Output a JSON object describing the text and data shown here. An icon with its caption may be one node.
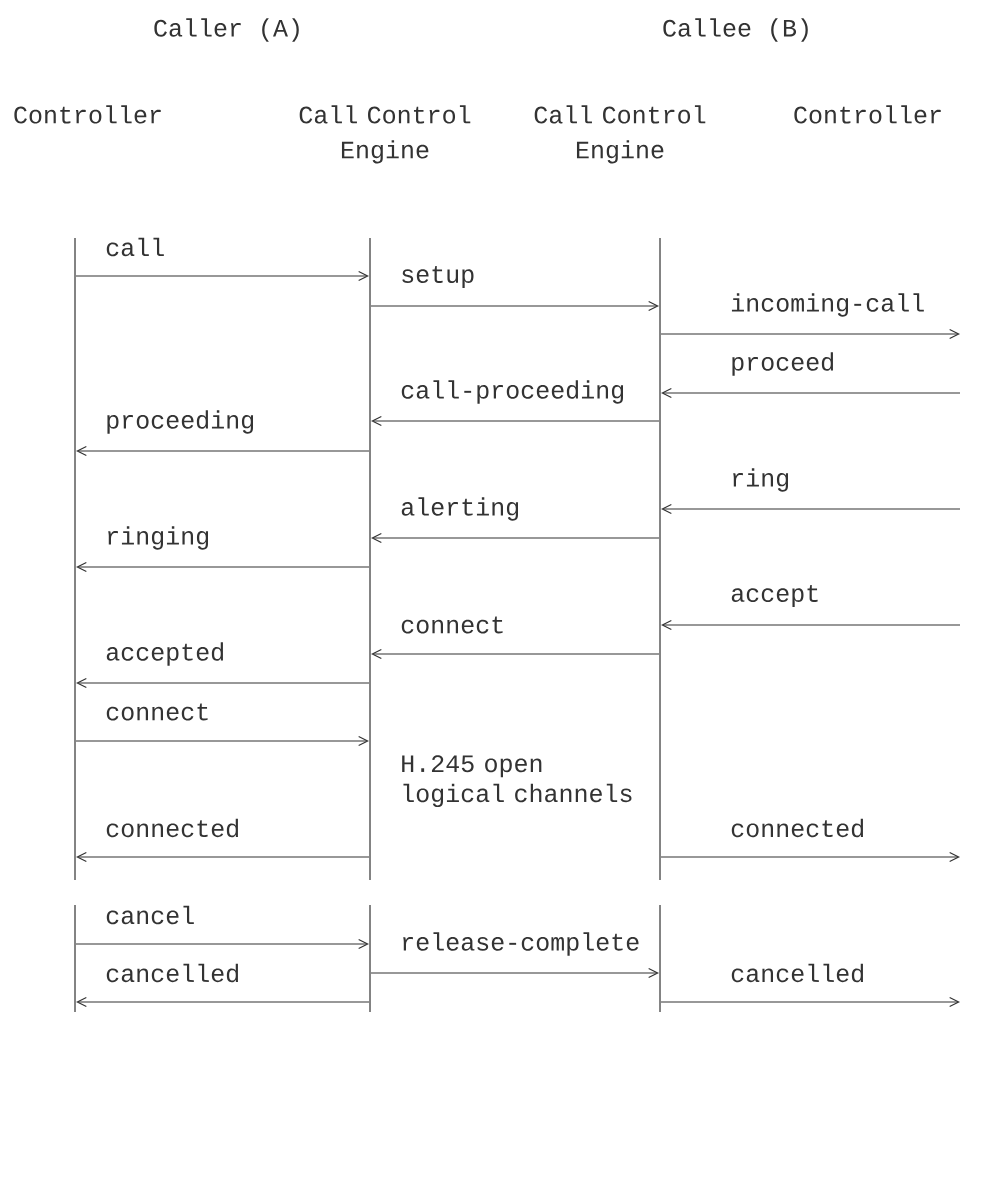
{
  "diagram": {
    "nodes": [
      {
        "text": [
          "Controller"
        ]
      },
      {
        "text": [
          "Call Control Engine"
        ]
      },
      {
        "text": [
          "Call Control Engine"
        ]
      },
      {
        "text": [
          "Controller"
        ]
      }
    ],
    "edges": [
      {
        "from": 0,
        "to": 1,
        "arrow": "to",
        "label": "call"
      },
      {
        "from": 1,
        "to": 2,
        "arrow": "to",
        "label": "setup"
      },
      {
        "from": 2,
        "to": null,
        "arrow": "to",
        "label": "incoming-call"
      },
      {
        "from": null,
        "to": 2,
        "arrow": "to",
        "label": "proceed"
      },
      {
        "from": 2,
        "to": 1,
        "arrow": "to",
        "label": "call-proceeding"
      },
      {
        "from": 1,
        "to": 0,
        "arrow": "to",
        "label": "proceeding"
      },
      {
        "from": null,
        "to": 2,
        "arrow": "to",
        "label": "ring"
      },
      {
        "from": 2,
        "to": 1,
        "arrow": "to",
        "label": "alerting"
      },
      {
        "from": 1,
        "to": 0,
        "arrow": "to",
        "label": "ringing"
      },
      {
        "from": null,
        "to": 2,
        "arrow": "to",
        "label": "accept"
      },
      {
        "from": 2,
        "to": 1,
        "arrow": "to",
        "label": "connect"
      },
      {
        "from": 1,
        "to": 0,
        "arrow": "to",
        "label": "accepted"
      },
      {
        "from": 0,
        "to": 1,
        "arrow": "to",
        "label": "connect"
      },
      {
        "from": 1,
        "to": 0,
        "arrow": "to",
        "label": "connected"
      },
      {
        "from": 2,
        "to": null,
        "arrow": "to",
        "label": "connected"
      },
      {
        "from": 0,
        "to": 1,
        "arrow": "to",
        "label": "cancel"
      },
      {
        "from": 1,
        "to": 2,
        "arrow": "to",
        "label": "release-complete"
      },
      {
        "from": 1,
        "to": 0,
        "arrow": "to",
        "label": "cancelled"
      },
      {
        "from": 2,
        "to": null,
        "arrow": "to",
        "label": "cancelled"
      }
    ],
    "labels": [
      "Caller (A)",
      "Callee (B)",
      "H.245 open logical channels"
    ]
  }
}
